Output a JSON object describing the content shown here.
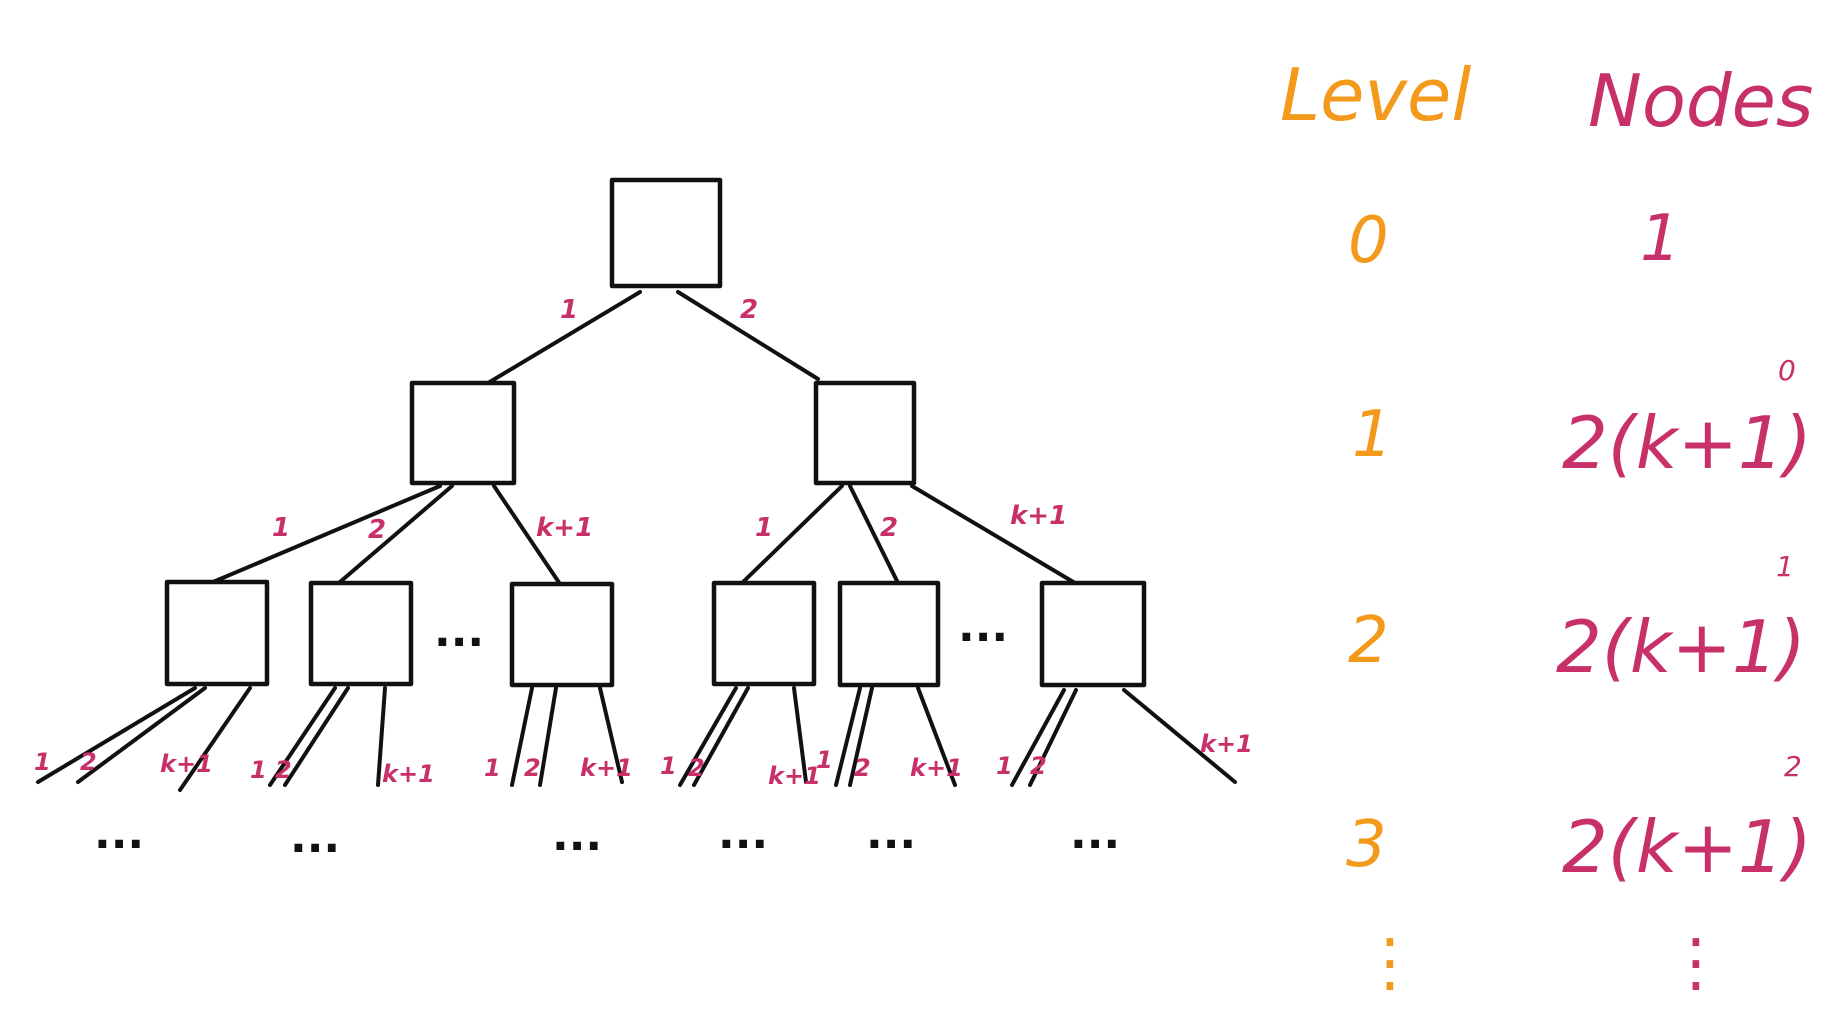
{
  "colors": {
    "ink": "#111111",
    "label": "#c8306a",
    "level": "#f39a1c",
    "nodes": "#c8306a"
  },
  "tree": {
    "root_edge_labels": [
      "1",
      "2"
    ],
    "level2_left_labels": [
      "1",
      "2",
      "k+1"
    ],
    "level2_right_labels": [
      "1",
      "2",
      "k+1"
    ],
    "mid_ellipsis": "...",
    "leaf_edge_labels": [
      [
        "1",
        "2",
        "k+1"
      ],
      [
        "1",
        "2",
        "k+1"
      ],
      [
        "1",
        "2",
        "k+1"
      ],
      [
        "1",
        "2",
        "k+1"
      ],
      [
        "1",
        "2",
        "k+1"
      ],
      [
        "1",
        "2",
        "k+1"
      ]
    ],
    "bottom_ellipsis": "..."
  },
  "table": {
    "level_header": "Level",
    "nodes_header": "Nodes",
    "rows": [
      {
        "level": "0",
        "base": "1",
        "exp": ""
      },
      {
        "level": "1",
        "base": "2(k+1)",
        "exp": "0"
      },
      {
        "level": "2",
        "base": "2(k+1)",
        "exp": "1"
      },
      {
        "level": "3",
        "base": "2(k+1)",
        "exp": "2"
      }
    ],
    "vdots": "⋮"
  }
}
